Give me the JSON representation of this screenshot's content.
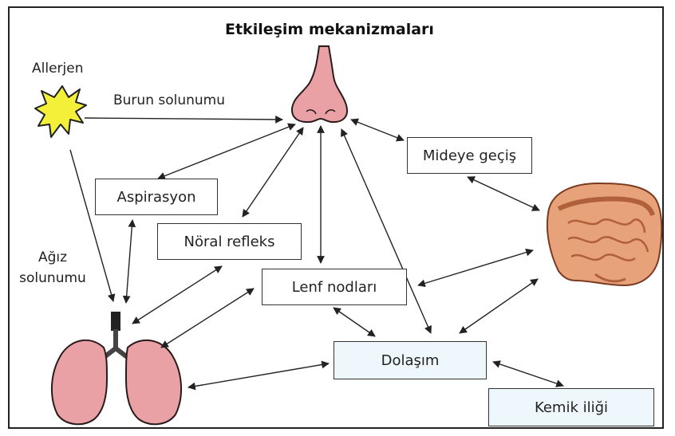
{
  "title": "Etkileşim mekanizmaları",
  "labels": {
    "allergen": "Allerjen",
    "nasal": "Burun solunumu",
    "mouth_line1": "Ağız",
    "mouth_line2": "solunumu"
  },
  "boxes": {
    "aspiration": "Aspirasyon",
    "neural": "Nöral refleks",
    "lymph": "Lenf nodları",
    "gastric": "Mideye geçiş",
    "circulation": "Dolaşım",
    "bone_marrow": "Kemik iliği"
  },
  "colors": {
    "organ_pink": "#e9a1a6",
    "organ_outline": "#2a1a1a",
    "intestine": "#e8a27a",
    "allergen_yellow": "#f4f03a",
    "box_tint": "#eef7fc"
  },
  "icons": [
    "nose-icon",
    "lungs-icon",
    "intestines-icon",
    "allergen-burst-icon"
  ]
}
